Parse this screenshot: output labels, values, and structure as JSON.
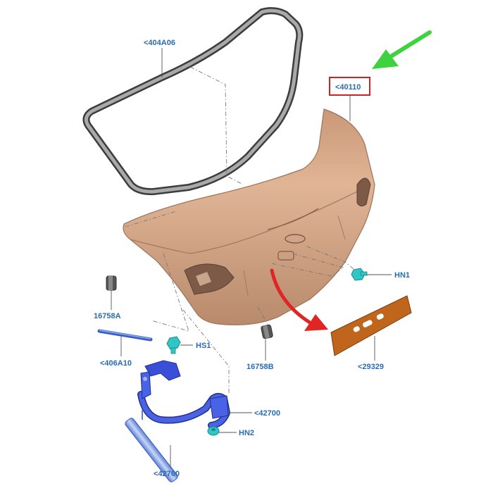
{
  "labels": {
    "seal": "<404A06",
    "lid": "<40110",
    "bumper_left": "16758A",
    "bumper_right": "16758B",
    "strut": "<406A10",
    "hinge": "<42700",
    "spring": "<42760",
    "bolt_hs1": "HS1",
    "bolt_hn1": "HN1",
    "nut_hn2": "HN2",
    "pad": "<29329"
  },
  "colors": {
    "label_text": "#2a6cb0",
    "lid_body": "#d4a484",
    "hinge_blue": "#3a4fd8",
    "fastener_teal": "#2fc6c6",
    "pad_orange": "#c0651c",
    "highlight_box": "#d62020",
    "arrow_green": "#3ed33e",
    "arrow_red": "#e02525"
  },
  "icons": {
    "pointer_arrow": "green-arrow-icon",
    "flow_arrow": "red-curved-arrow-icon"
  }
}
